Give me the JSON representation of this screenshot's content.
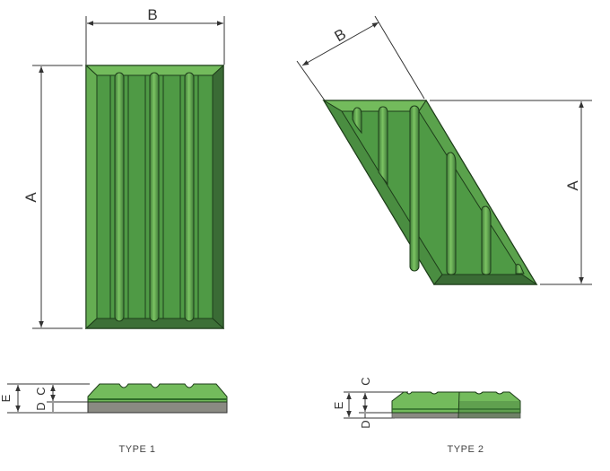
{
  "figure": {
    "type1": {
      "caption": "TYPE 1",
      "plan_view": {
        "width_label": "B",
        "height_label": "A"
      },
      "profile_view": {
        "labels": [
          "E",
          "D",
          "C"
        ]
      }
    },
    "type2": {
      "caption": "TYPE 2",
      "plan_view": {
        "width_label": "B",
        "height_label": "A"
      },
      "profile_view": {
        "labels": [
          "E",
          "D",
          "C"
        ]
      }
    }
  },
  "colors": {
    "tile_face": "#4f9a45",
    "tile_bevel_light": "#73bb5c",
    "tile_bevel_dark": "#3a6b35",
    "tile_outline": "#1e3d1a",
    "bar_highlight": "#6db657",
    "base_gray": "#8a8a82",
    "dim_line": "#333333"
  }
}
